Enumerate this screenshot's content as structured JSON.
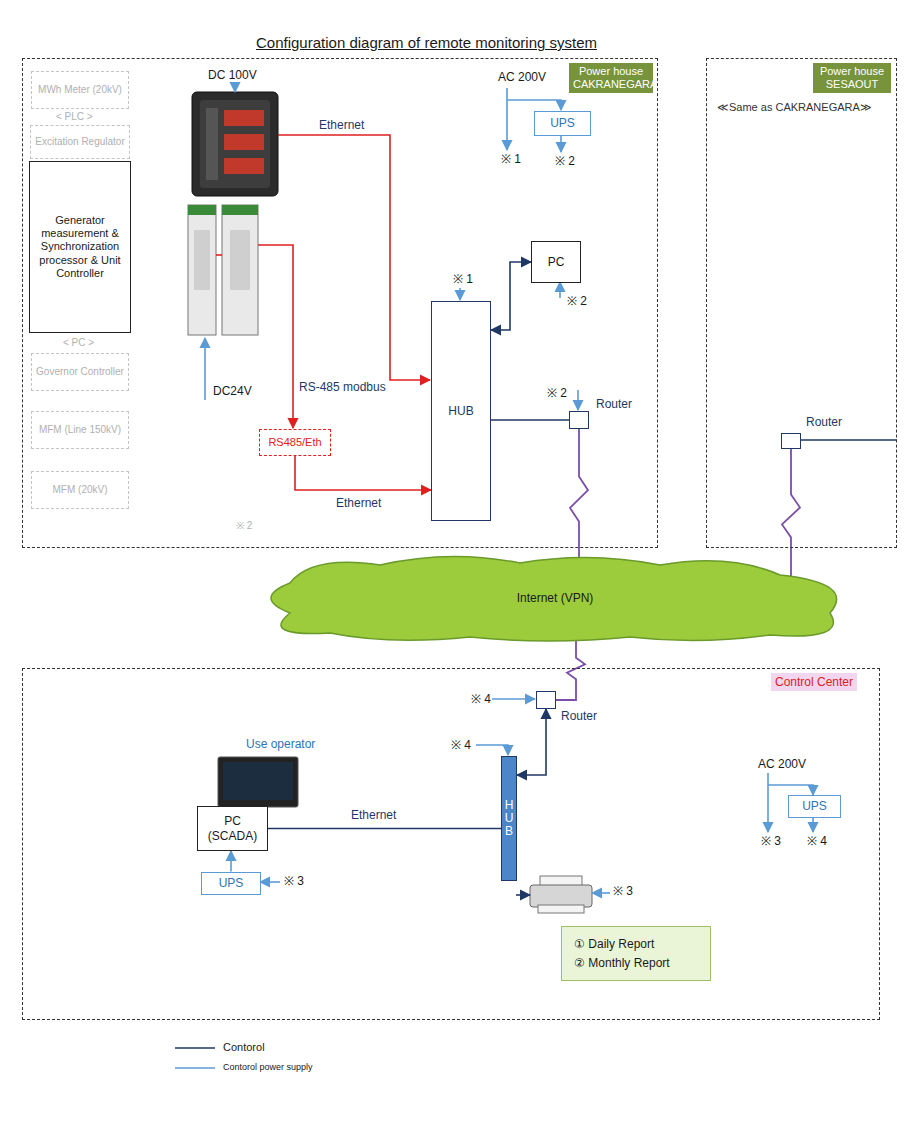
{
  "diagram": {
    "title": "Configuration diagram of remote monitoring system",
    "nodes": [
      {
        "text": [
          "Power house CAKRANEGARA"
        ]
      },
      {
        "text": [
          "MWh Meter (20kV)"
        ],
        "in": 0
      },
      {
        "text": [
          "Excitation Regulator"
        ],
        "in": 0
      },
      {
        "text": [
          "Generator measurement & Synchronization processor & Unit Controller"
        ],
        "in": 0
      },
      {
        "text": [
          "Governor Controller"
        ],
        "in": 0
      },
      {
        "text": [
          "MFM (Line 150kV)"
        ],
        "in": 0
      },
      {
        "text": [
          "MFM (20kV)"
        ],
        "in": 0
      },
      {
        "text": [
          "RS485/Eth"
        ],
        "in": 0
      },
      {
        "text": [
          "UPS"
        ],
        "in": 0
      },
      {
        "text": [
          "HUB"
        ],
        "in": 0
      },
      {
        "text": [
          "PC"
        ],
        "in": 0
      },
      {
        "text": [
          "Router"
        ],
        "in": 0
      },
      {
        "text": [
          "Power house SESAOUT",
          "≪Same as CAKRANEGARA≫"
        ]
      },
      {
        "text": [
          "Router"
        ],
        "in": 12
      },
      {
        "text": [
          "Internet (VPN)"
        ]
      },
      {
        "text": [
          "Control Center"
        ]
      },
      {
        "text": [
          "Router"
        ],
        "in": 15
      },
      {
        "text": [
          "HUB"
        ],
        "in": 15
      },
      {
        "text": [
          "PC (SCADA)"
        ],
        "in": 15
      },
      {
        "text": [
          "UPS"
        ],
        "in": 15
      },
      {
        "text": [
          "① Daily Report",
          "② Monthly Report"
        ],
        "in": 15
      },
      {
        "text": [
          "UPS"
        ],
        "in": 15
      }
    ],
    "edges": [
      {
        "from": 7,
        "to": 9,
        "arrow": "to",
        "label": "Ethernet"
      },
      {
        "from": 9,
        "to": 10,
        "arrow": "both"
      },
      {
        "from": 9,
        "to": 11,
        "arrow": "none"
      },
      {
        "from": 11,
        "to": 14,
        "arrow": "none"
      },
      {
        "from": 13,
        "to": 14,
        "arrow": "none"
      },
      {
        "from": 14,
        "to": 16,
        "arrow": "none"
      },
      {
        "from": 16,
        "to": 17,
        "arrow": "both"
      },
      {
        "from": 17,
        "to": 18,
        "arrow": "none",
        "label": "Ethernet"
      },
      {
        "from": 19,
        "to": 18,
        "arrow": "to"
      }
    ],
    "labels": [
      "< PLC >",
      "< PC >",
      "DC 100V",
      "Ethernet",
      "DC24V",
      "RS-485 modbus",
      "AC 200V",
      "※ 1",
      "※ 2",
      "※ 1",
      "※ 2",
      "※ 2",
      "※ 2",
      "Use operator",
      "※ 4",
      "※ 4",
      "※ 3",
      "※ 3",
      "AC 200V",
      "※ 3",
      "※ 4"
    ],
    "legend": [
      {
        "text": "Contorol"
      },
      {
        "text": "Contorol power supply"
      }
    ]
  }
}
